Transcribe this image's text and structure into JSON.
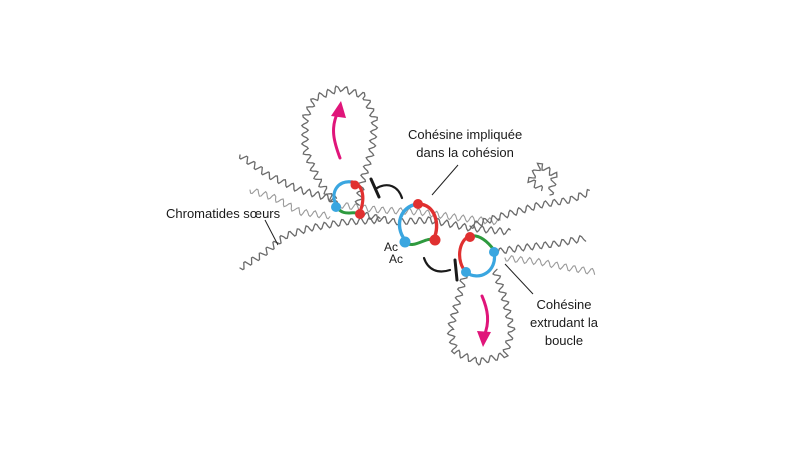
{
  "labels": {
    "sister_chromatids": "Chromatides sœurs",
    "cohesion_line1": "Cohésine impliquée",
    "cohesion_line2": "dans la cohésion",
    "extruding_line1": "Cohésine",
    "extruding_line2": "extrudant la",
    "extruding_line3": "boucle",
    "acetyl_1": "Ac",
    "acetyl_2": "Ac"
  },
  "colors": {
    "chromatin": "#6b6b6b",
    "smc_blue": "#3aa6e0",
    "smc_red": "#e03030",
    "kleisin_green": "#2e9a3e",
    "arrow_magenta": "#e0157a",
    "inhibition": "#1a1a1a"
  },
  "icons": [
    "loop-direction-arrow-icon",
    "inhibition-bar-icon"
  ]
}
